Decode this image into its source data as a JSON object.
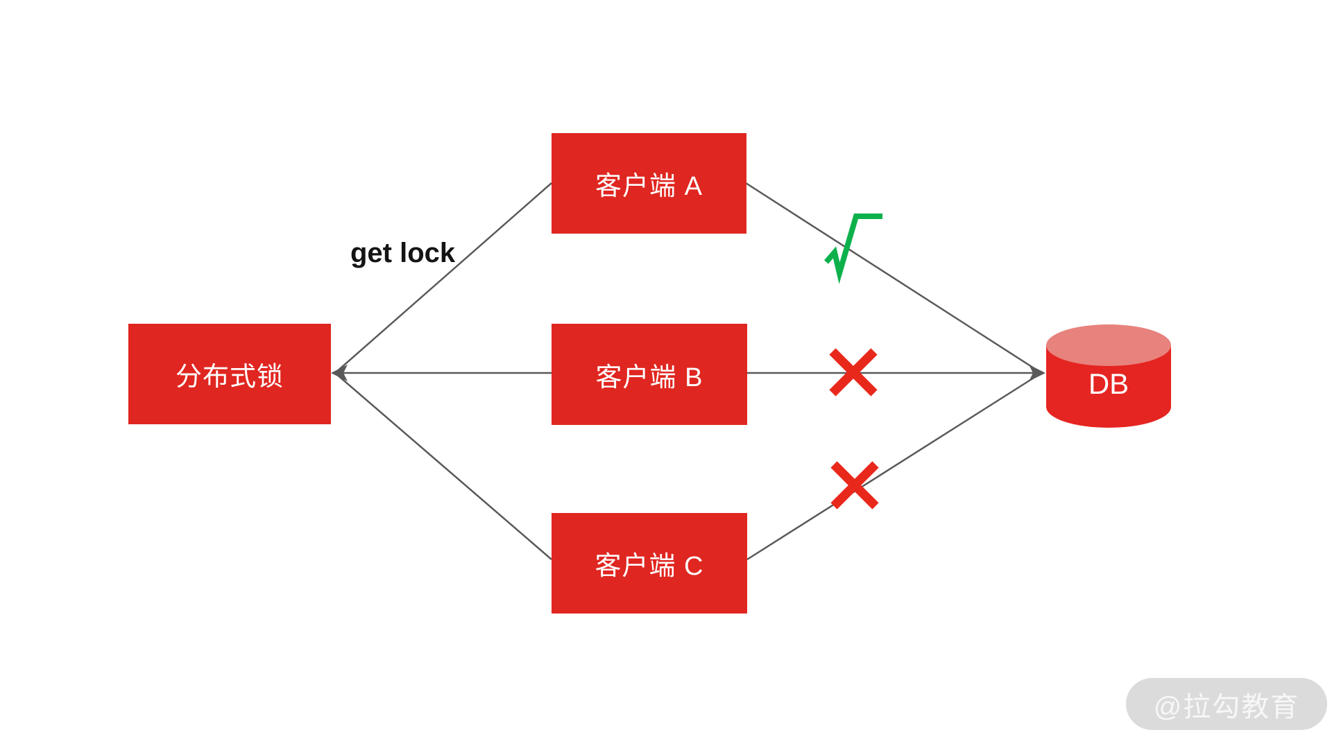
{
  "diagram": {
    "nodes": {
      "lock": {
        "label": "分布式锁"
      },
      "db": {
        "label": "DB"
      }
    },
    "clients": [
      {
        "id": "A",
        "label": "客户端 A"
      },
      {
        "id": "B",
        "label": "客户端 B"
      },
      {
        "id": "C",
        "label": "客户端 C"
      }
    ],
    "edges": {
      "get_lock_label": "get lock",
      "lock_arrowhead": "points into 分布式锁",
      "db_arrowhead": "points into DB"
    },
    "marks": [
      {
        "path": "客户端 A → DB",
        "mark": "check"
      },
      {
        "path": "客户端 B → DB",
        "mark": "cross"
      },
      {
        "path": "客户端 C → DB",
        "mark": "cross"
      }
    ],
    "watermark": "@拉勾教育",
    "colors": {
      "node_red": "#e02620",
      "db_body_red": "#e52521",
      "db_top_pink": "#e8827d",
      "line_gray": "#595959",
      "check_green": "#0db14c",
      "cross_red": "#e8281b",
      "watermark_bg": "#dbdbdb",
      "watermark_text": "#f7f7f7",
      "background": "#ffffff"
    }
  }
}
